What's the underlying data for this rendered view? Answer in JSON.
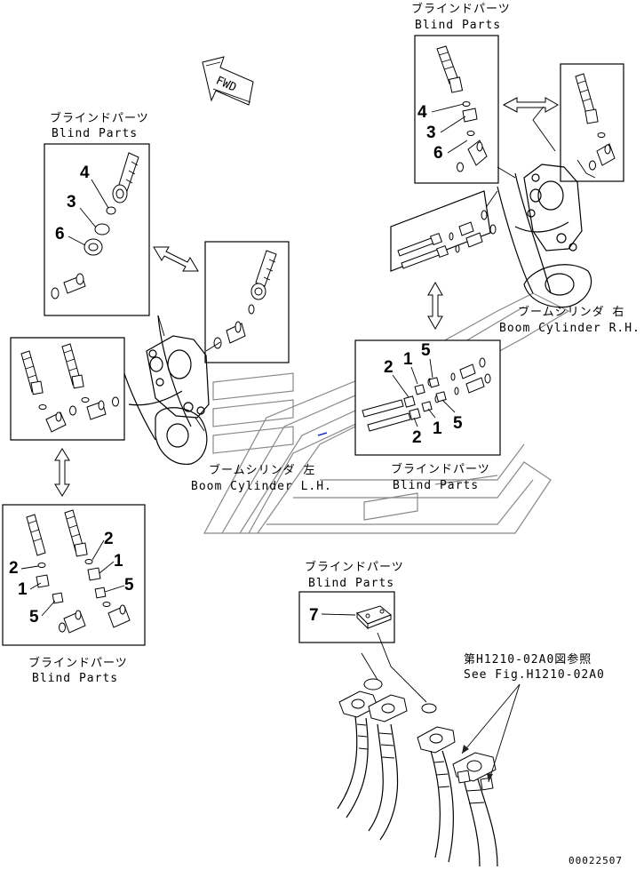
{
  "labels": {
    "fwd": "FWD",
    "blind_jp": "ブラインドパーツ",
    "blind_en": "Blind Parts",
    "boom_rh_jp": "ブームシリンダ 右",
    "boom_rh_en": "Boom Cylinder R.H.",
    "boom_lh_jp": "ブームシリンダ 左",
    "boom_lh_en": "Boom Cylinder L.H.",
    "see_fig_jp": "第H1210-02A0図参照",
    "see_fig_en": "See Fig.H1210-02A0",
    "drawing_no": "00022507"
  },
  "callouts": {
    "tr_4": "4",
    "tr_3": "3",
    "tr_6": "6",
    "tl_4": "4",
    "tl_3": "3",
    "tl_6": "6",
    "mr_2a": "2",
    "mr_1a": "1",
    "mr_5a": "5",
    "mr_2b": "2",
    "mr_1b": "1",
    "mr_5b": "5",
    "bl_2a": "2",
    "bl_1a": "1",
    "bl_5a": "5",
    "bl_2b": "2",
    "bl_1b": "1",
    "bl_5b": "5",
    "bm_7": "7"
  }
}
